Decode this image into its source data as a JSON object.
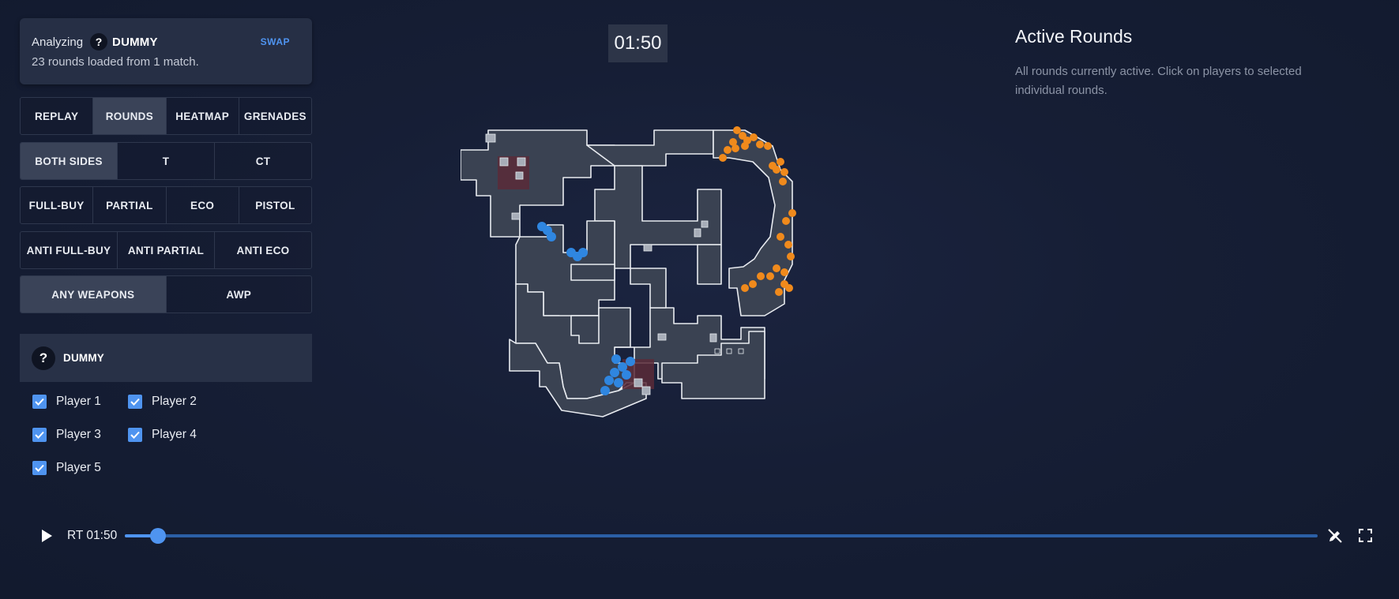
{
  "header": {
    "analyzing_label": "Analyzing",
    "team_badge": "?",
    "team_name": "DUMMY",
    "swap_label": "SWAP",
    "rounds_loaded": "23 rounds loaded from 1 match."
  },
  "modes": [
    {
      "label": "REPLAY",
      "active": false
    },
    {
      "label": "ROUNDS",
      "active": true
    },
    {
      "label": "HEATMAP",
      "active": false
    },
    {
      "label": "GRENADES",
      "active": false
    }
  ],
  "sides": [
    {
      "label": "BOTH SIDES",
      "active": true
    },
    {
      "label": "T",
      "active": false
    },
    {
      "label": "CT",
      "active": false
    }
  ],
  "buy_types": [
    {
      "label": "FULL-BUY",
      "active": false
    },
    {
      "label": "PARTIAL",
      "active": false
    },
    {
      "label": "ECO",
      "active": false
    },
    {
      "label": "PISTOL",
      "active": false
    }
  ],
  "anti_buy_types": [
    {
      "label": "ANTI FULL-BUY",
      "active": false
    },
    {
      "label": "ANTI PARTIAL",
      "active": false
    },
    {
      "label": "ANTI ECO",
      "active": false
    }
  ],
  "weapons": [
    {
      "label": "ANY WEAPONS",
      "active": true
    },
    {
      "label": "AWP",
      "active": false
    }
  ],
  "team_section": {
    "badge": "?",
    "name": "DUMMY"
  },
  "players": [
    {
      "label": "Player 1",
      "checked": true
    },
    {
      "label": "Player 2",
      "checked": true
    },
    {
      "label": "Player 3",
      "checked": true
    },
    {
      "label": "Player 4",
      "checked": true
    },
    {
      "label": "Player 5",
      "checked": true
    }
  ],
  "timer": "01:50",
  "active_rounds": {
    "title": "Active Rounds",
    "description": "All rounds currently active. Click on players to selected individual rounds."
  },
  "playback": {
    "time_label": "RT 01:50",
    "progress": 0.028
  },
  "colors": {
    "accent": "#4f94f0",
    "t_side": "#f08a1c",
    "ct_side": "#2f86e0",
    "map_floor": "#3a4252",
    "bombsite": "#5a2a38"
  },
  "icons": {
    "play": "play-icon",
    "draw": "draw-icon",
    "fullscreen": "fullscreen-icon",
    "unknown_team": "question-icon",
    "checkbox": "checkmark-icon"
  }
}
